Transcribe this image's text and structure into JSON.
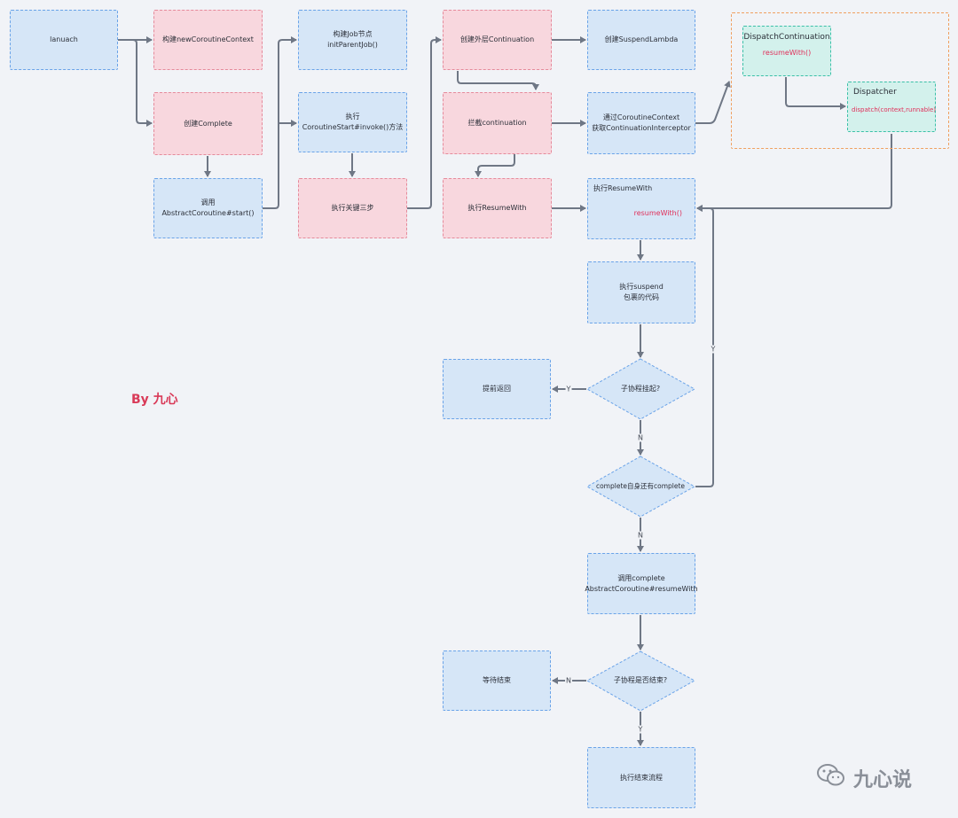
{
  "nodes": {
    "launch": "lanuach",
    "new_context": "构建newCoroutineContext",
    "create_complete": "创建Complete",
    "call_start_1": "调用",
    "call_start_2": "AbstractCoroutine#start()",
    "build_job_1": "构建Job节点",
    "build_job_2": "initParentJob()",
    "exec_invoke_1": "执行",
    "exec_invoke_2": "CoroutineStart#invoke()方法",
    "exec_three_steps": "执行关键三步",
    "create_outer": "创建外层Continuation",
    "intercept": "拦截continuation",
    "exec_resume_left": "执行ResumeWith",
    "create_suspend_lambda": "创建SuspendLambda",
    "get_interceptor_1": "通过CoroutineContext",
    "get_interceptor_2": "获取ContinuationInterceptor",
    "exec_resume_main": "执行ResumeWith",
    "resume_with_red": "resumeWith()",
    "exec_suspend_1": "执行suspend",
    "exec_suspend_2": "包裹的代码",
    "early_return": "提前返回",
    "child_suspended": "子协程挂起?",
    "complete_has": "complete自身还有complete",
    "call_complete_1": "调用complete",
    "call_complete_2": "AbstractCoroutine#resumeWith",
    "wait_end": "等待结束",
    "child_done": "子协程是否结束?",
    "exec_end": "执行结束流程",
    "dispatch_cont_title": "DispatchContinuation",
    "dispatch_cont_call": "resumeWith()",
    "dispatcher_title": "Dispatcher",
    "dispatcher_call": "dispatch(context,runnable)"
  },
  "edge_labels": {
    "y_early": "Y",
    "n_child": "N",
    "y_loop": "Y",
    "n_complete": "N",
    "n_wait": "N",
    "y_end": "Y"
  },
  "byline": "By 九心",
  "watermark": "九心说",
  "colors": {
    "edge": "#6f7785",
    "blue_fill": "#d6e6f7",
    "pink_fill": "#f8d7de",
    "mint_fill": "#d3f1ec",
    "accent_red": "#e0305a"
  }
}
